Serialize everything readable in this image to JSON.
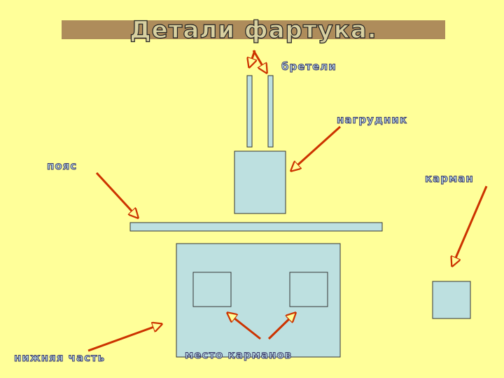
{
  "title": "Детали фартука.",
  "labels": {
    "straps": "бретели",
    "bib": "нагрудник",
    "belt": "пояс",
    "pocket": "карман",
    "pocket_places": "место карманов",
    "lower_part": "нижняя часть"
  },
  "colors": {
    "background": "#ffff99",
    "piece_fill": "#bde0e0",
    "piece_stroke": "#333333",
    "arrow": "#cc3300",
    "text_fill": "#b4d0dc",
    "text_stroke": "#333366",
    "title_band": "#a07850"
  }
}
